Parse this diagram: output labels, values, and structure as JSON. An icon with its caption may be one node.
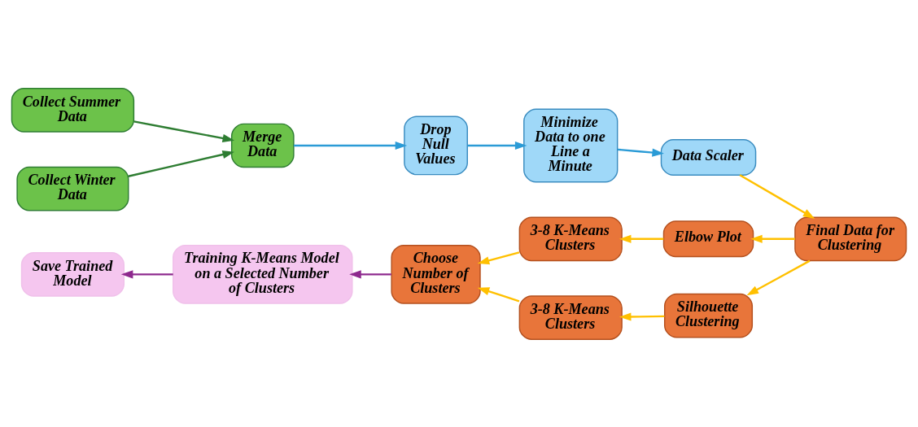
{
  "diagram": {
    "nodes": [
      {
        "text": [
          "Collect Summer Data"
        ]
      },
      {
        "text": [
          "Collect Winter Data"
        ]
      },
      {
        "text": [
          "Merge Data"
        ]
      },
      {
        "text": [
          "Drop Null Values"
        ]
      },
      {
        "text": [
          "Minimize Data to one Line a Minute"
        ]
      },
      {
        "text": [
          "Data Scaler"
        ]
      },
      {
        "text": [
          "Final Data for Clustering"
        ]
      },
      {
        "text": [
          "Elbow Plot"
        ]
      },
      {
        "text": [
          "Silhouette Clustering"
        ]
      },
      {
        "text": [
          "3-8 K-Means Clusters"
        ]
      },
      {
        "text": [
          "3-8 K-Means Clusters"
        ]
      },
      {
        "text": [
          "Choose Number of Clusters"
        ]
      },
      {
        "text": [
          "Training K-Means Model on a Selected Number of Clusters"
        ]
      },
      {
        "text": [
          "Save Trained Model"
        ]
      }
    ],
    "edges": [
      {
        "from": 0,
        "to": 2,
        "arrow": "to",
        "color": "#2e7d32"
      },
      {
        "from": 1,
        "to": 2,
        "arrow": "to",
        "color": "#2e7d32"
      },
      {
        "from": 2,
        "to": 3,
        "arrow": "to",
        "color": "#2b9bd6"
      },
      {
        "from": 3,
        "to": 4,
        "arrow": "to",
        "color": "#2b9bd6"
      },
      {
        "from": 4,
        "to": 5,
        "arrow": "to",
        "color": "#2b9bd6"
      },
      {
        "from": 5,
        "to": 6,
        "arrow": "to"
      },
      {
        "from": 6,
        "to": 7,
        "arrow": "to"
      },
      {
        "from": 6,
        "to": 8,
        "arrow": "to"
      },
      {
        "from": 7,
        "to": 9,
        "arrow": "to"
      },
      {
        "from": 8,
        "to": 10,
        "arrow": "to"
      },
      {
        "from": 9,
        "to": 11,
        "arrow": "to"
      },
      {
        "from": 10,
        "to": 11,
        "arrow": "to"
      },
      {
        "from": 11,
        "to": 12,
        "arrow": "to",
        "color": "#8e2a8e"
      },
      {
        "from": 12,
        "to": 13,
        "arrow": "to",
        "color": "#8e2a8e"
      }
    ]
  }
}
